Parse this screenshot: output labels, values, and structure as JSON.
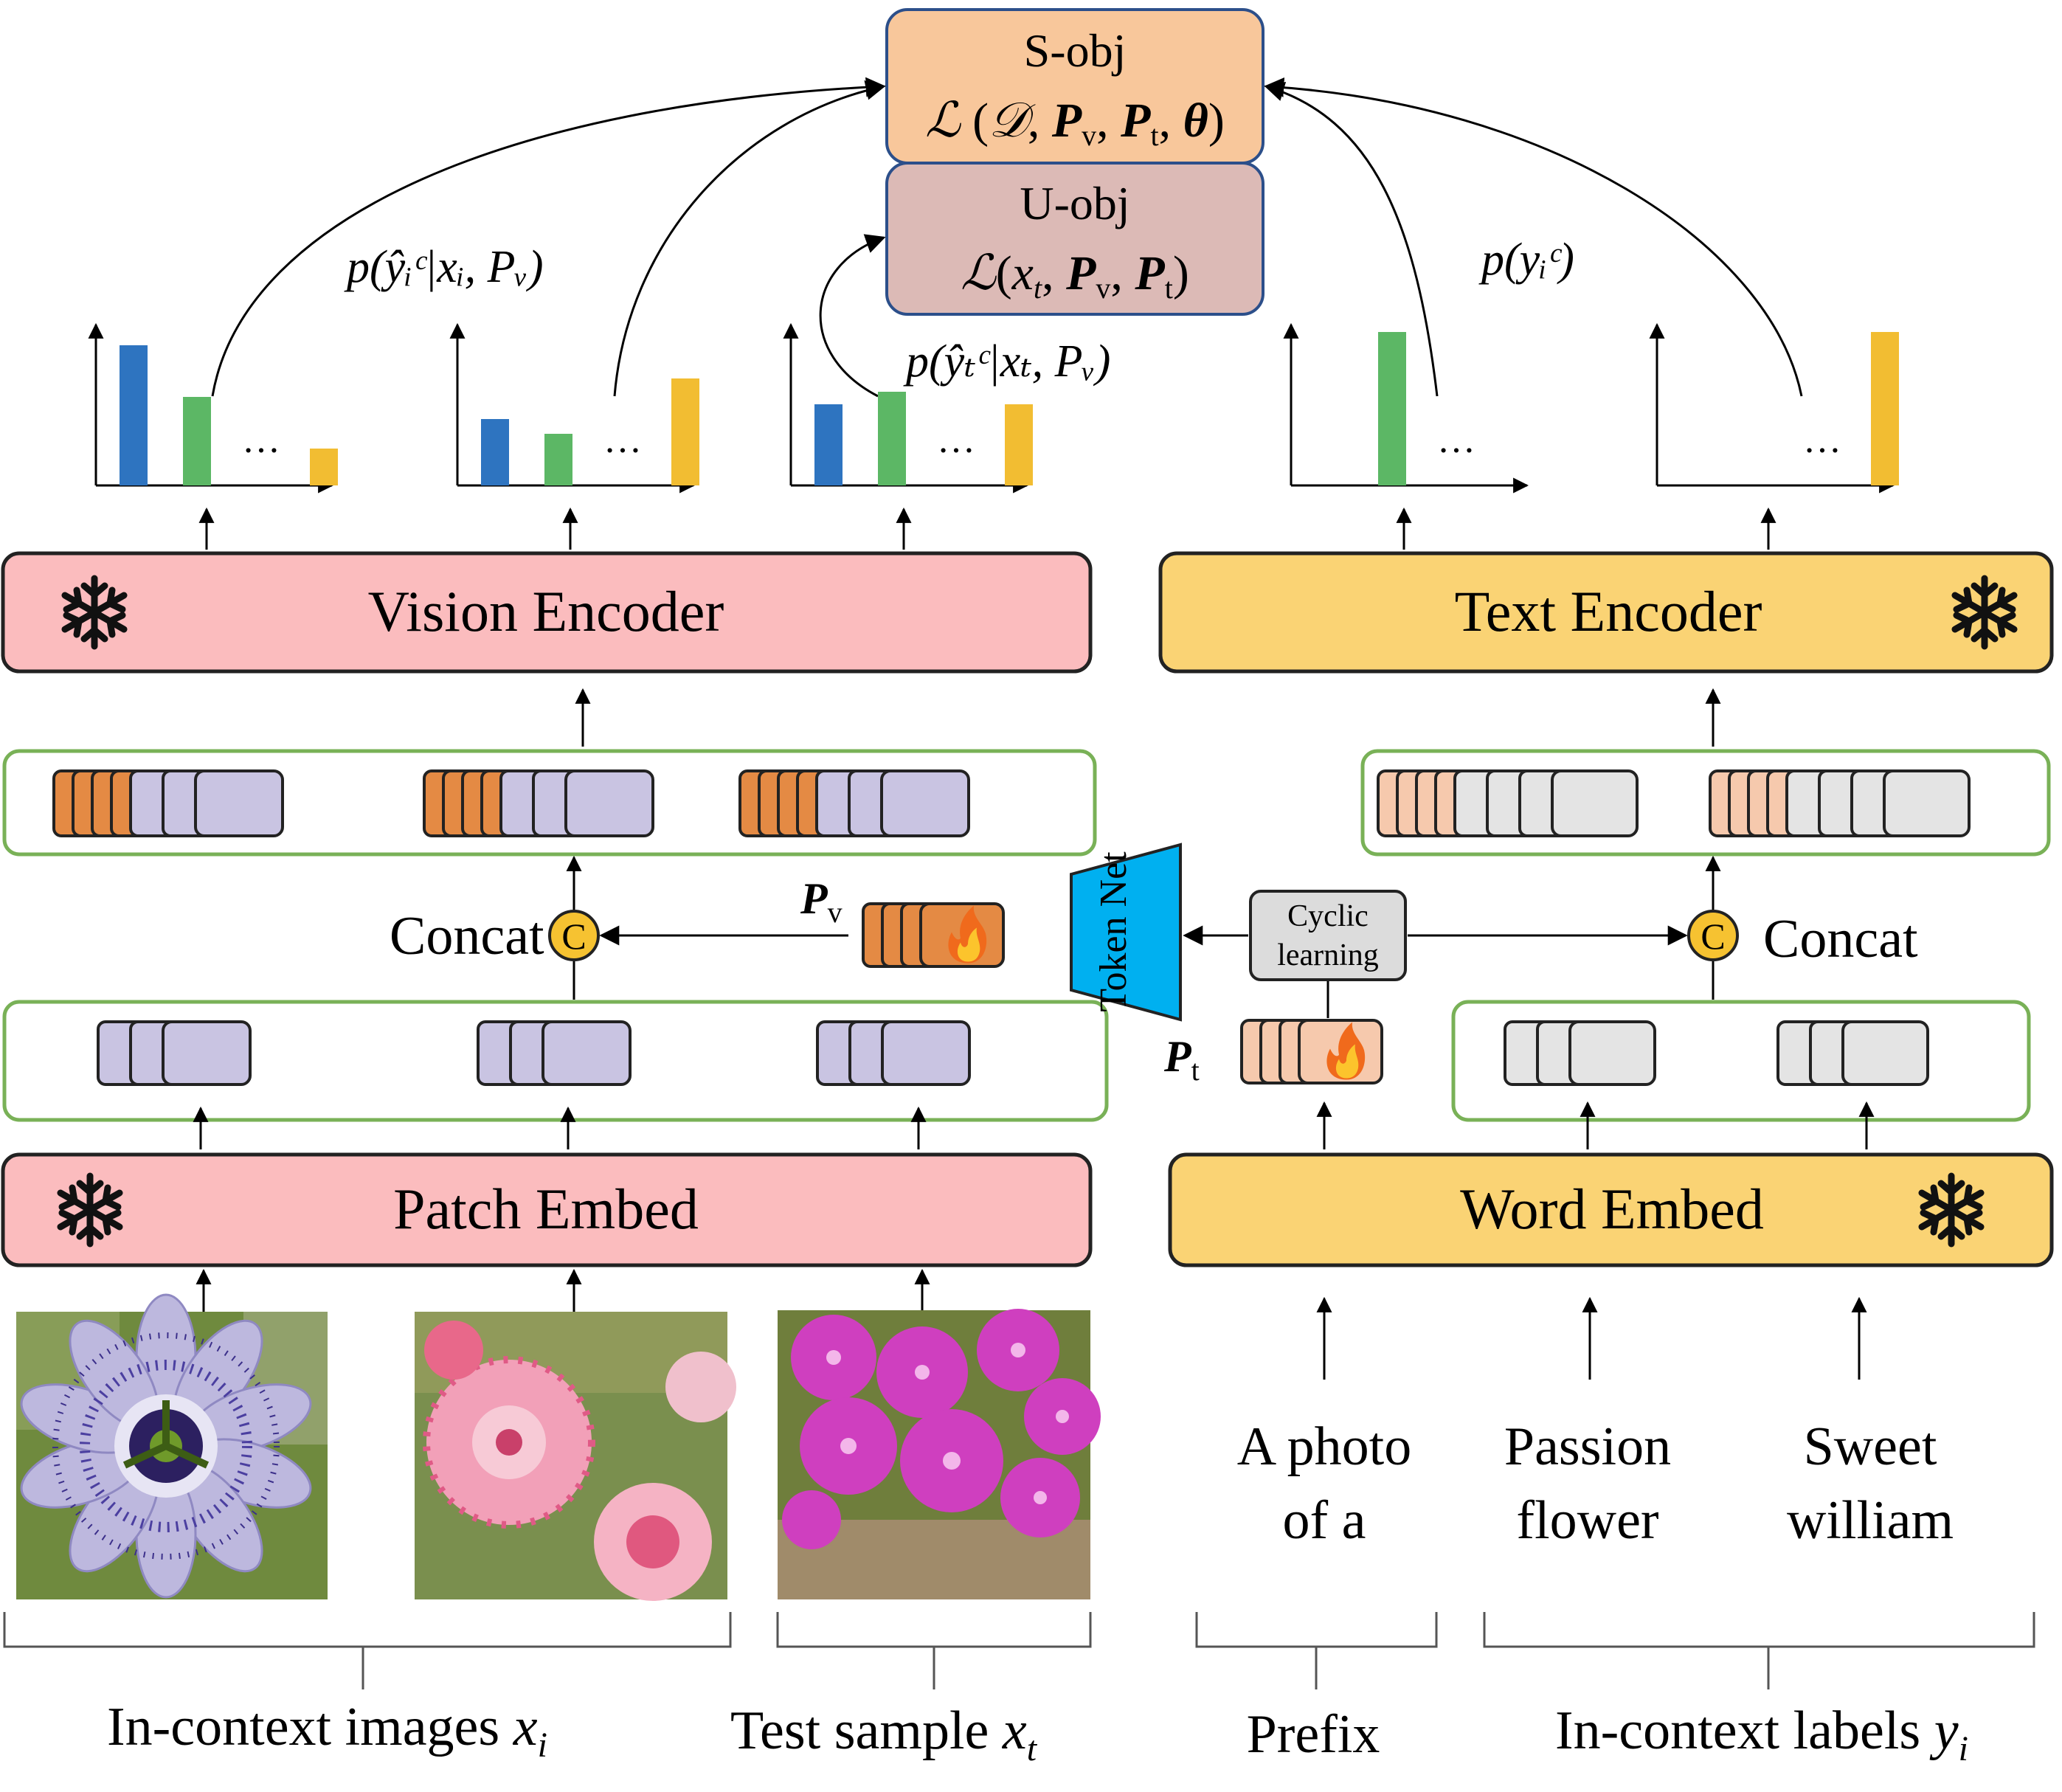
{
  "objectives": {
    "s_obj": {
      "title": "S-obj",
      "formula": "ℒ (𝒟, P_v, P_t, θ)"
    },
    "u_obj": {
      "title": "U-obj",
      "formula": "ℒ(x_t, P_v, P_t)"
    }
  },
  "probabilities": {
    "in_context": "p(ŷᵢᶜ|xᵢ, Pᵥ)",
    "test": "p(ŷₜᶜ|xₜ, Pᵥ)",
    "labels": "p(yᵢᶜ)"
  },
  "encoders": {
    "vision": "Vision Encoder",
    "text": "Text Encoder",
    "patch": "Patch Embed",
    "word": "Word Embed"
  },
  "modules": {
    "token_net": "Token Net",
    "cyclic_learning_line1": "Cyclic",
    "cyclic_learning_line2": "learning",
    "concat_left": "Concat",
    "concat_right": "Concat",
    "concat_symbol": "C",
    "prompt_visual": "P_v",
    "prompt_text": "P_t"
  },
  "text_inputs": {
    "prefix_line1": "A photo",
    "prefix_line2": "of a",
    "label1_line1": "Passion",
    "label1_line2": "flower",
    "label2_line1": "Sweet",
    "label2_line2": "william"
  },
  "captions": {
    "in_context_images": "In-context images",
    "in_context_images_var": "x",
    "in_context_images_sub": "i",
    "test_sample": "Test sample",
    "test_sample_var": "x",
    "test_sample_sub": "t",
    "prefix": "Prefix",
    "in_context_labels": "In-context labels",
    "in_context_labels_var": "y",
    "in_context_labels_sub": "i"
  },
  "ellipsis": "…",
  "icons": [
    "snowflake-icon",
    "fire-icon",
    "concat-icon"
  ],
  "colors": {
    "vision_fill": "#fbbcbe",
    "text_fill": "#fad374",
    "s_obj_fill": "#f8c79b",
    "u_obj_fill": "#dcbab6",
    "obj_border": "#2c4f8a",
    "bar_blue": "#2e74c0",
    "bar_green": "#5cb765",
    "bar_yellow": "#f2bd32",
    "token_orange": "#e48a44",
    "token_purple": "#c9c4e2",
    "token_peach": "#f6c9ad",
    "token_gray": "#e4e4e4",
    "green_border": "#79b157",
    "token_net_fill": "#00b0f0",
    "concat_fill": "#f6c231"
  }
}
